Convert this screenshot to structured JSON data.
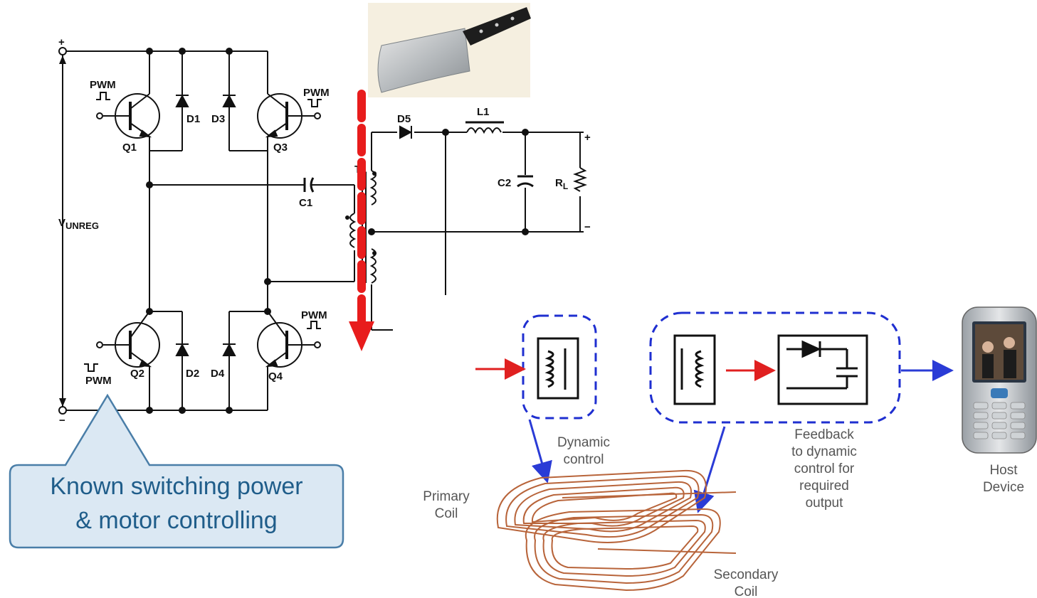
{
  "circuit": {
    "plus": "+",
    "minus": "−",
    "vunreg": "V",
    "vunreg_sub": "UNREG",
    "pwm_q1": "PWM",
    "pwm_q3": "PWM",
    "pwm_q4": "PWM",
    "pwm_q2": "PWM",
    "q1": "Q1",
    "q2": "Q2",
    "q3": "Q3",
    "q4": "Q4",
    "d1": "D1",
    "d2": "D2",
    "d3": "D3",
    "d4": "D4",
    "d5": "D5",
    "c1": "C1",
    "c2": "C2",
    "l1": "L1",
    "t1": "T1",
    "rl": "R",
    "rl_sub": "L",
    "out_plus": "+",
    "out_minus": "−"
  },
  "callout": {
    "line1": "Known switching power",
    "line2": "& motor controlling"
  },
  "wireless": {
    "dynamic_control_1": "Dynamic",
    "dynamic_control_2": "control",
    "primary_coil_1": "Primary",
    "primary_coil_2": "Coil",
    "feedback_1": "Feedback",
    "feedback_2": "to dynamic",
    "feedback_3": "control for",
    "feedback_4": "required",
    "feedback_5": "output",
    "host_1": "Host",
    "host_2": "Device",
    "secondary_1": "Secondary",
    "secondary_2": "Coil"
  },
  "colors": {
    "cut_line": "#e81c1c",
    "dashed_box": "#1f2fd0",
    "arrow_blue": "#2a3bd6",
    "arrow_red": "#e02020",
    "coil": "#b8643a",
    "callout_fill": "#dbe8f3",
    "callout_border": "#4a7ea8"
  }
}
